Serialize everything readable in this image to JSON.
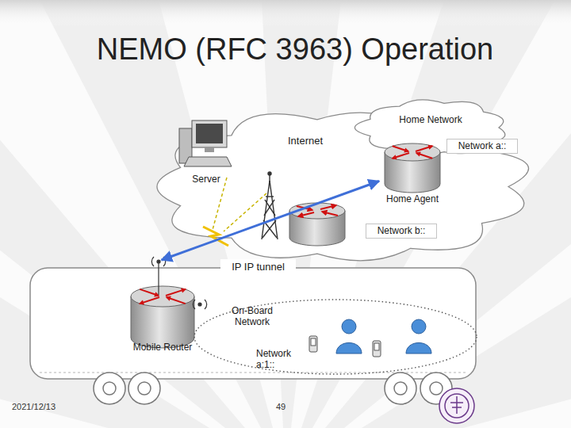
{
  "diagram": {
    "title": "NEMO (RFC 3963) Operation",
    "nodes": [
      {
        "text": [
          "Internet"
        ]
      },
      {
        "text": [
          "Server"
        ]
      },
      {
        "text": [
          "Home Network"
        ]
      },
      {
        "text": [
          "Home Agent"
        ]
      },
      {
        "text": [
          "Network a::"
        ]
      },
      {
        "text": [
          "Network b::"
        ]
      },
      {
        "text": [
          "Mobile Router"
        ]
      },
      {
        "text": [
          "On-Board Network",
          "Network a:1::"
        ]
      }
    ],
    "edges": [
      {
        "from": 3,
        "to": 6,
        "arrow": "both",
        "label": "IP IP tunnel"
      }
    ],
    "labels": [
      "2021/12/13",
      "49"
    ]
  }
}
